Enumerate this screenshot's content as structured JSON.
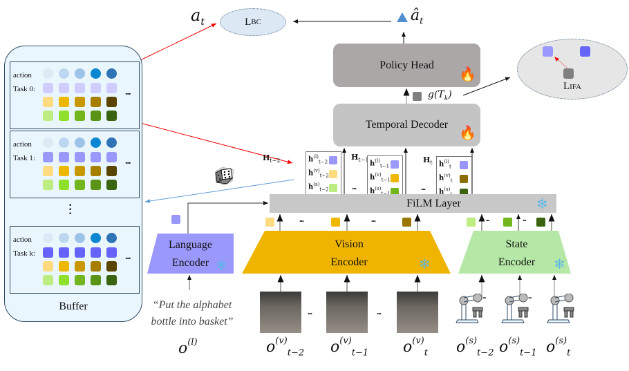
{
  "loss_bc": {
    "label": "L",
    "sub": "BC"
  },
  "loss_ifa": {
    "label": "L",
    "sub": "IFA"
  },
  "target_action": "a",
  "target_action_sub": "t",
  "predicted_action": "â",
  "predicted_action_sub": "t",
  "policy_head": {
    "label": "Policy Head",
    "trainable": true
  },
  "temporal_decoder": {
    "label": "Temporal Decoder",
    "trainable": true
  },
  "film_layer": {
    "label": "FiLM Layer",
    "frozen": true
  },
  "task_feature": "g(T",
  "task_feature_sub": "k",
  "buffer": {
    "label": "Buffer",
    "cards": [
      {
        "action_label": "action",
        "task_label": "Task 0:",
        "task_color": "#cfcdfd"
      },
      {
        "action_label": "action",
        "task_label": "Task 1:",
        "task_color": "#9b98fb"
      },
      {
        "action_label": "action",
        "task_label": "Task k:",
        "task_color": "#6663f9"
      }
    ],
    "action_colors": [
      "#dde9f5",
      "#bcd7ef",
      "#9dc3e8",
      "#0a87d0",
      "#2f74b5"
    ],
    "vision_colors": [
      "#ffdb80",
      "#eeb700",
      "#c99700",
      "#a77f00",
      "#5a4500"
    ],
    "state_colors": [
      "#bdec80",
      "#8ee02a",
      "#72b51c",
      "#5a9416",
      "#3a6410"
    ],
    "ellipsis": "..."
  },
  "hidden_states": [
    {
      "label": "H",
      "sub": "t−2",
      "rows": [
        {
          "h": "h",
          "sup": "(l)",
          "sub": "t−2"
        },
        {
          "h": "h",
          "sup": "(v)",
          "sub": "t−2"
        },
        {
          "h": "h",
          "sup": "(s)",
          "sub": "t−2"
        }
      ],
      "colors": [
        "#9b98fb",
        "#ffdb80",
        "#bdec80"
      ]
    },
    {
      "label": "H",
      "sub": "t−1",
      "rows": [
        {
          "h": "h",
          "sup": "(l)",
          "sub": "t−1"
        },
        {
          "h": "h",
          "sup": "(v)",
          "sub": "t−1"
        },
        {
          "h": "h",
          "sup": "(s)",
          "sub": "t−1"
        }
      ],
      "colors": [
        "#9b98fb",
        "#eeb700",
        "#72b51c"
      ]
    },
    {
      "label": "H",
      "sub": "t",
      "rows": [
        {
          "h": "h",
          "sup": "(l)",
          "sub": "t"
        },
        {
          "h": "h",
          "sup": "(v)",
          "sub": "t"
        },
        {
          "h": "h",
          "sup": "(s)",
          "sub": "t"
        }
      ],
      "colors": [
        "#9b98fb",
        "#8c6d00",
        "#3a6410"
      ]
    }
  ],
  "encoders": {
    "language": {
      "line1": "Language",
      "line2": "Encoder",
      "color": "#9b98fb",
      "frozen": true
    },
    "vision": {
      "line1": "Vision",
      "line2": "Encoder",
      "color": "#eeb400",
      "frozen": true
    },
    "state": {
      "line1": "State",
      "line2": "Encoder",
      "color": "#b5e8a6",
      "frozen": true
    }
  },
  "instruction": {
    "line1": "“Put the alphabet",
    "line2": "bottle into basket”"
  },
  "observations": {
    "language": {
      "base": "o",
      "sup": "(l)",
      "sub": ""
    },
    "vision": [
      {
        "base": "o",
        "sup": "(v)",
        "sub": "t−2"
      },
      {
        "base": "o",
        "sup": "(v)",
        "sub": "t−1"
      },
      {
        "base": "o",
        "sup": "(v)",
        "sub": "t"
      }
    ],
    "state": [
      {
        "base": "o",
        "sup": "(s)",
        "sub": "t−2"
      },
      {
        "base": "o",
        "sup": "(s)",
        "sub": "t−1"
      },
      {
        "base": "o",
        "sup": "(s)",
        "sub": "t"
      }
    ]
  },
  "ellipsis": "...",
  "icons": {
    "trainable": "flame-icon",
    "frozen": "snowflake-icon",
    "sampling": "dice-icon"
  }
}
